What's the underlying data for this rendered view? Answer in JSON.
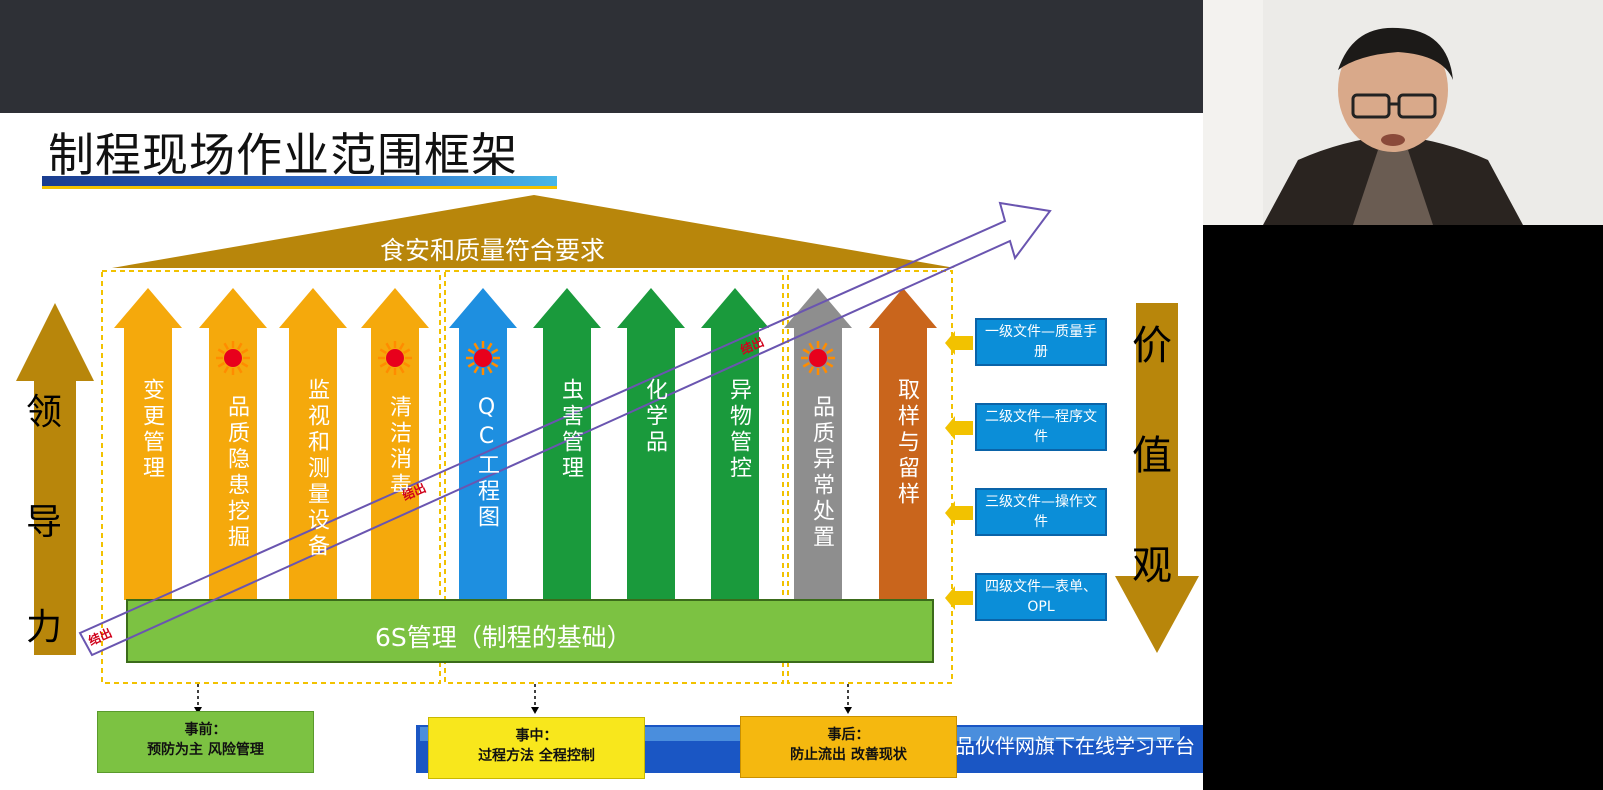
{
  "title": "制程现场作业范围框架",
  "roof": "食安和质量符合要求",
  "base": "6S管理（制程的基础）",
  "pillars": [
    {
      "label": "变更管理",
      "color": "#f5a90c",
      "sun": false
    },
    {
      "label": "品质隐患挖掘",
      "color": "#f5a90c",
      "sun": true
    },
    {
      "label": "监视和测量设备",
      "color": "#f5a90c",
      "sun": false
    },
    {
      "label": "清洁消毒",
      "color": "#f5a90c",
      "sun": true
    },
    {
      "label": "QC工程图",
      "color": "#1e8fe0",
      "sun": true
    },
    {
      "label": "虫害管理",
      "color": "#1a9a3c",
      "sun": false
    },
    {
      "label": "化学品",
      "color": "#1a9a3c",
      "sun": false
    },
    {
      "label": "异物管控",
      "color": "#1a9a3c",
      "sun": false
    },
    {
      "label": "品质异常处置",
      "color": "#8e8e8e",
      "sun": true
    },
    {
      "label": "取样与留样",
      "color": "#c9651c",
      "sun": false
    }
  ],
  "left_arrow": "领导力",
  "right_arrow": "价值观",
  "docs": [
    "一级文件—质量手册",
    "二级文件—程序文件",
    "三级文件—操作文件",
    "四级文件—表单、OPL"
  ],
  "phases": [
    {
      "title": "事前：",
      "desc": "预防为主 风险管理",
      "color": "#7cc242"
    },
    {
      "title": "事中：",
      "desc": "过程方法 全程控制",
      "color": "#f8e71c"
    },
    {
      "title": "事后：",
      "desc": "防止流出 改善现状",
      "color": "#f5b80f"
    }
  ],
  "arrow_labels": [
    "结出",
    "结出",
    "结出"
  ],
  "banner": "品伙伴网旗下在线学习平台"
}
